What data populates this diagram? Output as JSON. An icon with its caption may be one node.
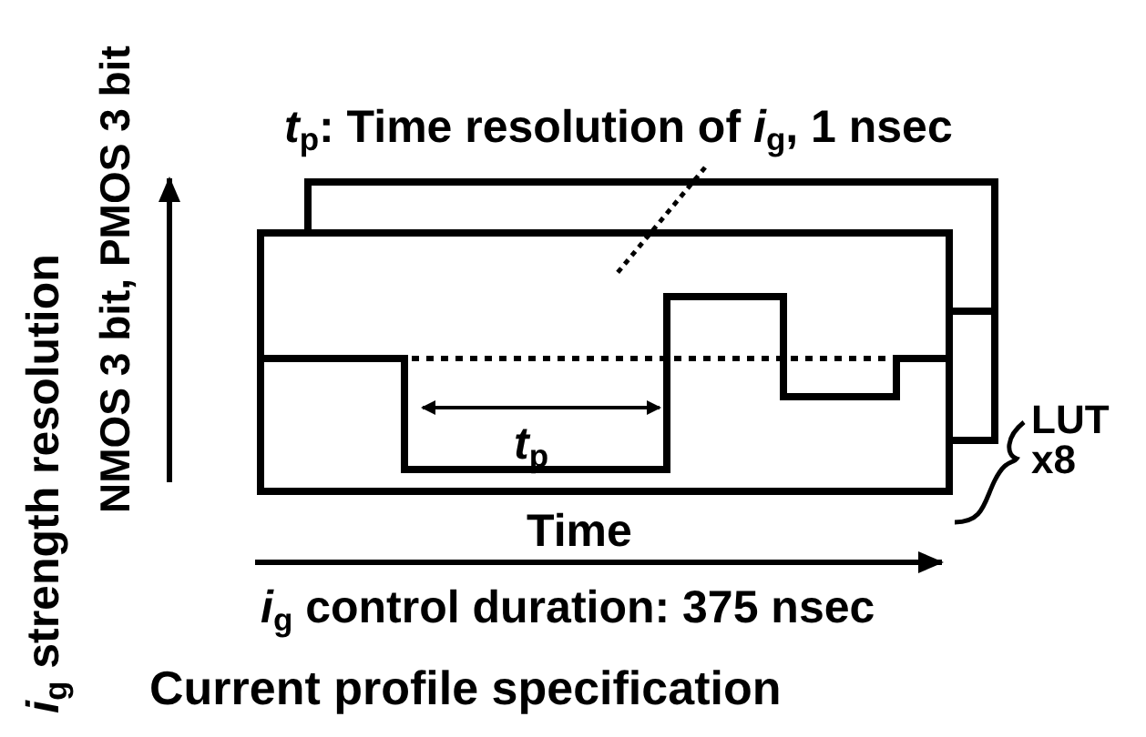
{
  "diagram": {
    "caption": "Current profile specification",
    "nodes": [
      {
        "text": [
          "*t*$_{p}$: Time resolution of *i*$_{g}$, 1 nsec"
        ]
      },
      {
        "text": [],
        "shape": "box"
      },
      {
        "text": [],
        "shape": "box"
      }
    ],
    "edges": [
      {
        "from": 0,
        "to": 2,
        "arrow": "none",
        "style": "dashed"
      }
    ],
    "labels": [
      "*i*$_{g}$ strength resolution",
      "NMOS 3 bit, PMOS 3 bit",
      "*t*$_{p}$",
      "LUT",
      "x8",
      "Time",
      "*i*$_{g}$ control duration: 375 nsec"
    ]
  }
}
